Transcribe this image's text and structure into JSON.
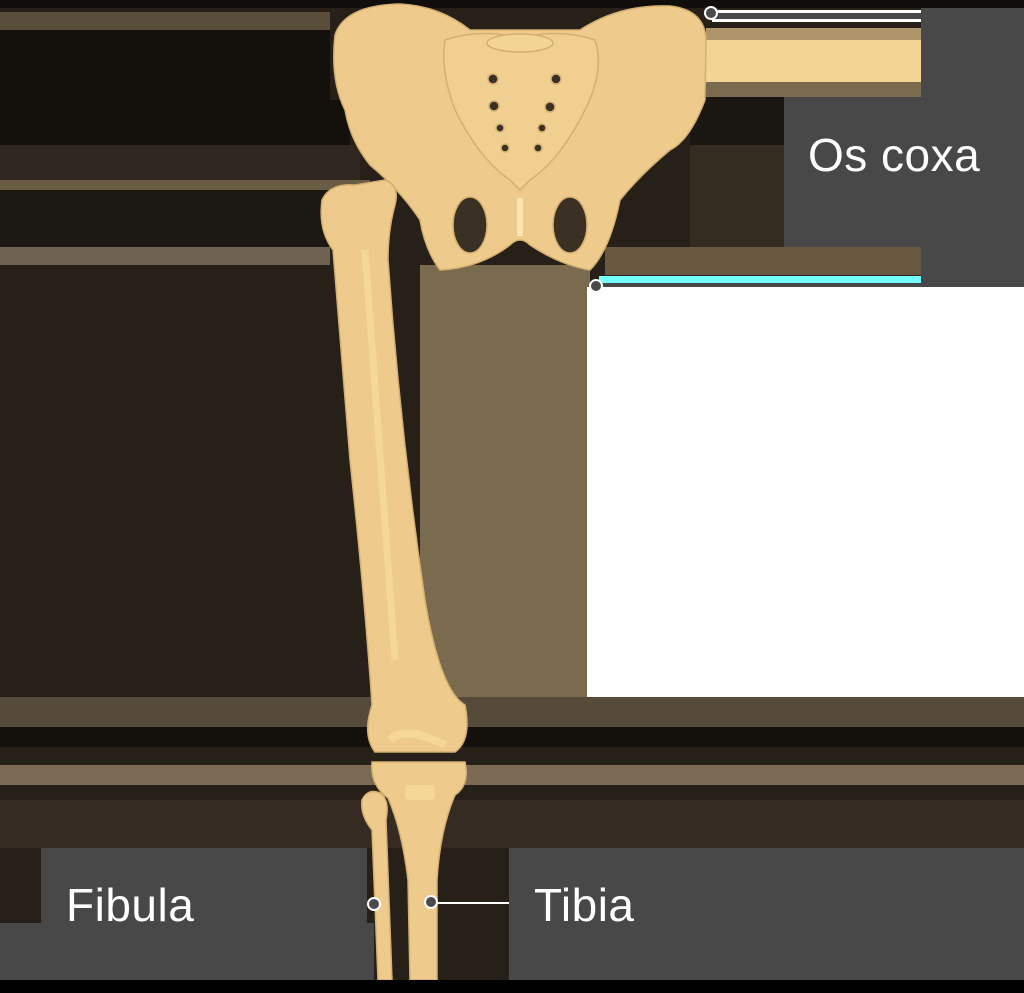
{
  "diagram": {
    "subject": "Lower limb skeleton - anterior view (pelvis, femur, tibia, fibula)",
    "colors": {
      "bone": "#eecb8c",
      "bone_highlight": "#f5d796",
      "bone_shadow": "#d9b574",
      "label_bg": "#484848",
      "label_text": "#ffffff",
      "leader_highlight": "#74fdfd",
      "background": "#262019",
      "white_panel": "#ffffff"
    },
    "labels": [
      {
        "id": "os-coxa",
        "text": "Os coxa"
      },
      {
        "id": "fibula",
        "text": "Fibula"
      },
      {
        "id": "tibia",
        "text": "Tibia"
      }
    ]
  }
}
